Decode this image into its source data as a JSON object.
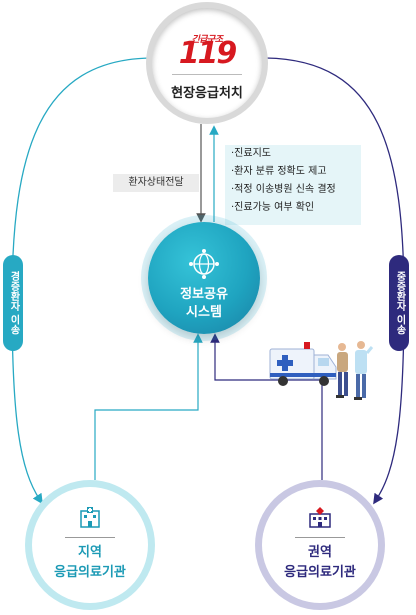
{
  "nodes": {
    "top": {
      "logo_sub": "긴급구조",
      "logo_main": "119",
      "label": "현장응급처치"
    },
    "center": {
      "line1": "정보공유",
      "line2": "시스템"
    },
    "bottom_left": {
      "line1": "지역",
      "line2": "응급의료기관"
    },
    "bottom_right": {
      "line1": "권역",
      "line2": "응급의료기관"
    }
  },
  "edges": {
    "left_label": "경증환자 이송",
    "right_label": "중증환자 이송",
    "status_label": "환자상태전달",
    "functions": [
      "·진료지도",
      "·환자 분류 정확도 제고",
      "·적정 이송병원 신속 결정",
      "·진료가능 여부 확인"
    ]
  },
  "colors": {
    "teal": "#27a9c3",
    "navy": "#2e2a7d",
    "red": "#d71920",
    "gray": "#555555"
  },
  "icons": [
    "globe-network-icon",
    "ambulance-icon",
    "hospital-icon",
    "regional-hospital-icon",
    "paramedic-patient-icon"
  ]
}
